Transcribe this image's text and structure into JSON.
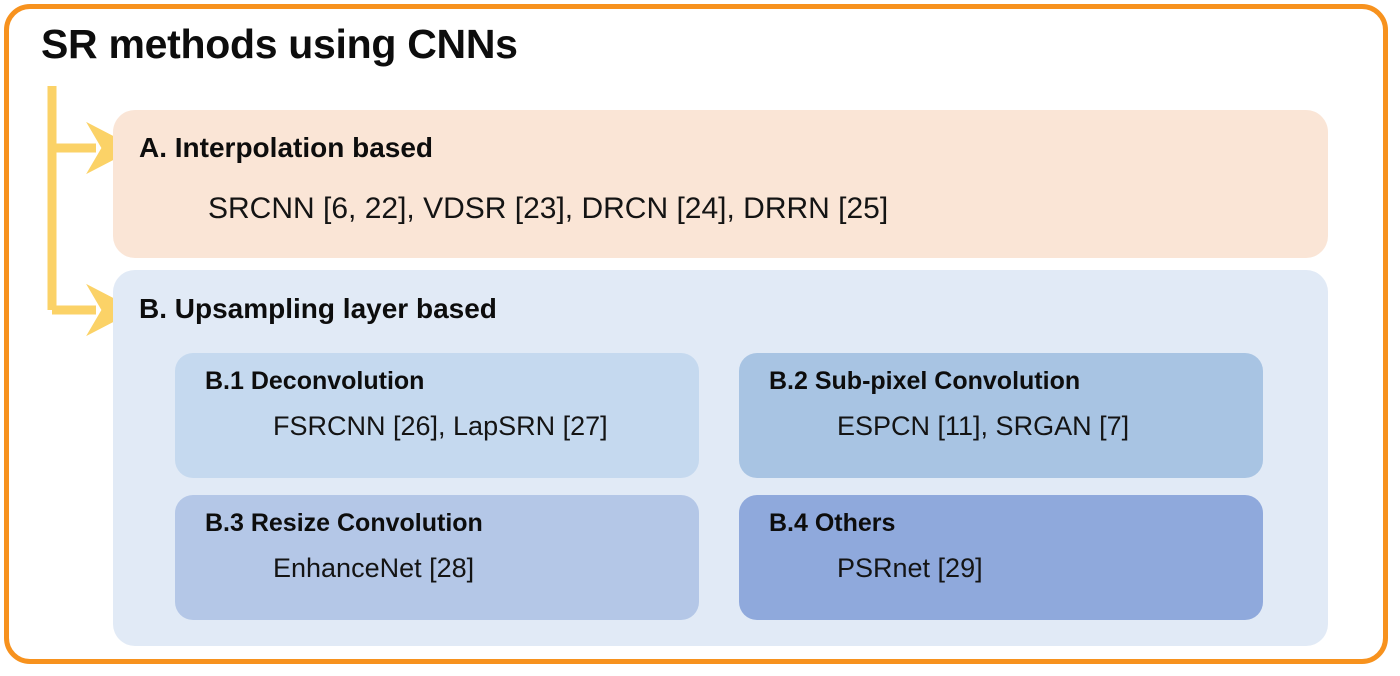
{
  "title": "SR methods using CNNs",
  "colors": {
    "frame_border": "#f7921e",
    "box_a_bg": "#fae5d6",
    "box_b_bg": "#e1eaf6",
    "box_b1_bg": "#c5d9ef",
    "box_b2_bg": "#a8c4e3",
    "box_b3_bg": "#b4c7e7",
    "box_b4_bg": "#8fa9dc",
    "arrow": "#fbd267",
    "text": "#0d0d0d"
  },
  "categories": {
    "a": {
      "heading": "A. Interpolation based",
      "items": "SRCNN [6, 22], VDSR [23], DRCN [24], DRRN [25]"
    },
    "b": {
      "heading": "B. Upsampling layer based",
      "subcategories": [
        {
          "id": "b1",
          "heading": "B.1 Deconvolution",
          "items": "FSRCNN [26], LapSRN [27]"
        },
        {
          "id": "b2",
          "heading": "B.2 Sub-pixel Convolution",
          "items": "ESPCN [11], SRGAN [7]"
        },
        {
          "id": "b3",
          "heading": "B.3 Resize Convolution",
          "items": "EnhanceNet [28]"
        },
        {
          "id": "b4",
          "heading": "B.4 Others",
          "items": "PSRnet [29]"
        }
      ]
    }
  }
}
